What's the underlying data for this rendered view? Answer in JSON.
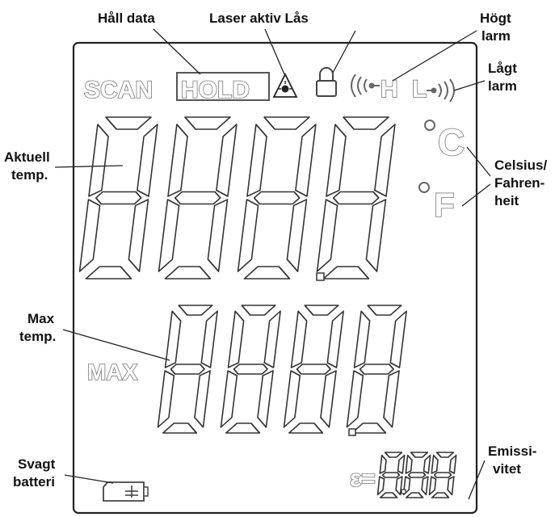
{
  "callouts": {
    "hold": "Håll data",
    "laser_lock": "Laser aktiv Lås",
    "high_alarm": [
      "Högt",
      "larm"
    ],
    "low_alarm": [
      "Lågt",
      "larm"
    ],
    "current_temp": [
      "Aktuell",
      "temp."
    ],
    "unit": [
      "Celsius/",
      "Fahren-",
      "heit"
    ],
    "max_temp": [
      "Max",
      "temp."
    ],
    "low_battery": [
      "Svagt",
      "batteri"
    ],
    "emissivity": [
      "Emissi-",
      "vitet"
    ]
  },
  "indicators": {
    "scan": "SCAN",
    "hold": "HOLD",
    "high_alarm": "H",
    "low_alarm": "L",
    "celsius": "C",
    "fahrenheit": "F",
    "max": "MAX",
    "emissivity": "ε="
  },
  "icons": [
    "laser-icon",
    "lock-icon",
    "high-alarm-icon",
    "low-alarm-icon",
    "battery-icon"
  ]
}
